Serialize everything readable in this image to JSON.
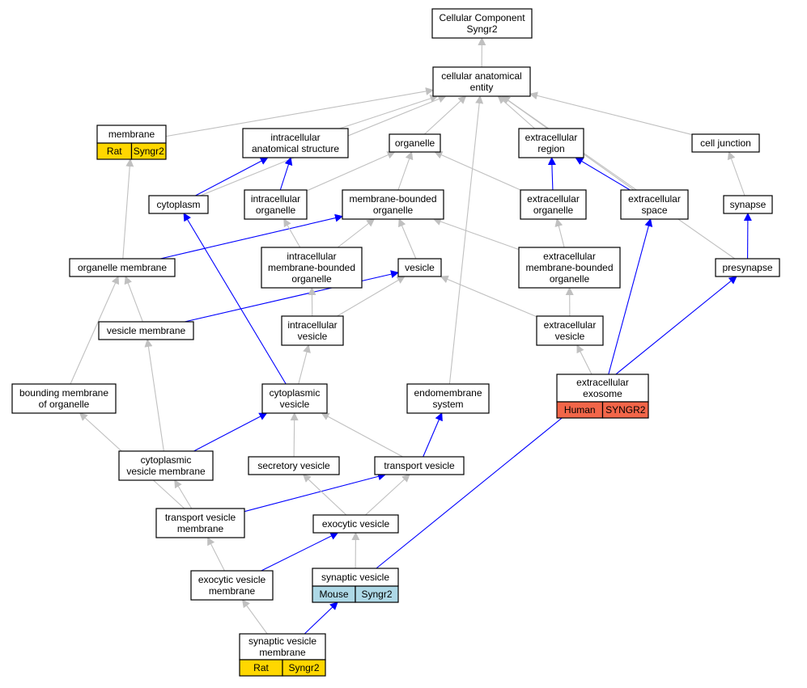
{
  "colors": {
    "gray_edge": "#c0c0c0",
    "blue_edge": "#0000ff",
    "rat": "#ffd700",
    "human": "#f26649",
    "mouse": "#add8e6"
  },
  "nodes": [
    {
      "id": "root",
      "lines": [
        "Cellular Component",
        "Syngr2"
      ]
    },
    {
      "id": "cae",
      "lines": [
        "cellular anatomical",
        "entity"
      ]
    },
    {
      "id": "membrane",
      "lines": [
        "membrane"
      ],
      "annot": [
        {
          "org": "Rat",
          "gene": "Syngr2",
          "color": "rat"
        }
      ]
    },
    {
      "id": "ias",
      "lines": [
        "intracellular",
        "anatomical structure"
      ]
    },
    {
      "id": "organelle",
      "lines": [
        "organelle"
      ]
    },
    {
      "id": "exreg",
      "lines": [
        "extracellular",
        "region"
      ]
    },
    {
      "id": "celljunc",
      "lines": [
        "cell junction"
      ]
    },
    {
      "id": "cytoplasm",
      "lines": [
        "cytoplasm"
      ]
    },
    {
      "id": "icorg",
      "lines": [
        "intracellular",
        "organelle"
      ]
    },
    {
      "id": "mbo",
      "lines": [
        "membrane-bounded",
        "organelle"
      ]
    },
    {
      "id": "exorg",
      "lines": [
        "extracellular",
        "organelle"
      ]
    },
    {
      "id": "exspace",
      "lines": [
        "extracellular",
        "space"
      ]
    },
    {
      "id": "synapse",
      "lines": [
        "synapse"
      ]
    },
    {
      "id": "orgmem",
      "lines": [
        "organelle membrane"
      ]
    },
    {
      "id": "icmbo",
      "lines": [
        "intracellular",
        "membrane-bounded",
        "organelle"
      ]
    },
    {
      "id": "vesicle",
      "lines": [
        "vesicle"
      ]
    },
    {
      "id": "exmbo",
      "lines": [
        "extracellular",
        "membrane-bounded",
        "organelle"
      ]
    },
    {
      "id": "presyn",
      "lines": [
        "presynapse"
      ]
    },
    {
      "id": "vesmem",
      "lines": [
        "vesicle membrane"
      ]
    },
    {
      "id": "icves",
      "lines": [
        "intracellular",
        "vesicle"
      ]
    },
    {
      "id": "exves",
      "lines": [
        "extracellular",
        "vesicle"
      ]
    },
    {
      "id": "bmo",
      "lines": [
        "bounding membrane",
        "of organelle"
      ]
    },
    {
      "id": "cytves",
      "lines": [
        "cytoplasmic",
        "vesicle"
      ]
    },
    {
      "id": "endomem",
      "lines": [
        "endomembrane",
        "system"
      ]
    },
    {
      "id": "exosome",
      "lines": [
        "extracellular",
        "exosome"
      ],
      "annot": [
        {
          "org": "Human",
          "gene": "SYNGR2",
          "color": "human"
        }
      ]
    },
    {
      "id": "cytvesmem",
      "lines": [
        "cytoplasmic",
        "vesicle membrane"
      ]
    },
    {
      "id": "secves",
      "lines": [
        "secretory vesicle"
      ]
    },
    {
      "id": "transves",
      "lines": [
        "transport vesicle"
      ]
    },
    {
      "id": "tvm",
      "lines": [
        "transport vesicle",
        "membrane"
      ]
    },
    {
      "id": "exocves",
      "lines": [
        "exocytic vesicle"
      ]
    },
    {
      "id": "evm",
      "lines": [
        "exocytic vesicle",
        "membrane"
      ]
    },
    {
      "id": "synves",
      "lines": [
        "synaptic vesicle"
      ],
      "annot": [
        {
          "org": "Mouse",
          "gene": "Syngr2",
          "color": "mouse"
        }
      ]
    },
    {
      "id": "svm",
      "lines": [
        "synaptic vesicle",
        "membrane"
      ],
      "annot": [
        {
          "org": "Rat",
          "gene": "Syngr2",
          "color": "rat"
        }
      ]
    }
  ],
  "edges": [
    {
      "from": "cae",
      "to": "root",
      "type": "is_a"
    },
    {
      "from": "membrane",
      "to": "cae",
      "type": "is_a"
    },
    {
      "from": "ias",
      "to": "cae",
      "type": "is_a"
    },
    {
      "from": "organelle",
      "to": "cae",
      "type": "is_a"
    },
    {
      "from": "exreg",
      "to": "cae",
      "type": "is_a"
    },
    {
      "from": "celljunc",
      "to": "cae",
      "type": "is_a"
    },
    {
      "from": "cytoplasm",
      "to": "cae",
      "type": "is_a"
    },
    {
      "from": "endomem",
      "to": "cae",
      "type": "is_a"
    },
    {
      "from": "exspace",
      "to": "cae",
      "type": "is_a"
    },
    {
      "from": "presyn",
      "to": "cae",
      "type": "is_a"
    },
    {
      "from": "cytoplasm",
      "to": "ias",
      "type": "part_of"
    },
    {
      "from": "icorg",
      "to": "ias",
      "type": "part_of"
    },
    {
      "from": "icorg",
      "to": "organelle",
      "type": "is_a"
    },
    {
      "from": "mbo",
      "to": "organelle",
      "type": "is_a"
    },
    {
      "from": "exorg",
      "to": "organelle",
      "type": "is_a"
    },
    {
      "from": "exorg",
      "to": "exreg",
      "type": "part_of"
    },
    {
      "from": "exspace",
      "to": "exreg",
      "type": "part_of"
    },
    {
      "from": "synapse",
      "to": "celljunc",
      "type": "is_a"
    },
    {
      "from": "orgmem",
      "to": "membrane",
      "type": "is_a"
    },
    {
      "from": "orgmem",
      "to": "mbo",
      "type": "part_of"
    },
    {
      "from": "icmbo",
      "to": "icorg",
      "type": "is_a"
    },
    {
      "from": "icmbo",
      "to": "mbo",
      "type": "is_a"
    },
    {
      "from": "vesicle",
      "to": "mbo",
      "type": "is_a"
    },
    {
      "from": "exmbo",
      "to": "mbo",
      "type": "is_a"
    },
    {
      "from": "exmbo",
      "to": "exorg",
      "type": "is_a"
    },
    {
      "from": "presyn",
      "to": "synapse",
      "type": "part_of"
    },
    {
      "from": "vesmem",
      "to": "orgmem",
      "type": "is_a"
    },
    {
      "from": "vesmem",
      "to": "vesicle",
      "type": "part_of"
    },
    {
      "from": "icves",
      "to": "icmbo",
      "type": "is_a"
    },
    {
      "from": "icves",
      "to": "vesicle",
      "type": "is_a"
    },
    {
      "from": "exves",
      "to": "vesicle",
      "type": "is_a"
    },
    {
      "from": "exves",
      "to": "exmbo",
      "type": "is_a"
    },
    {
      "from": "bmo",
      "to": "orgmem",
      "type": "is_a"
    },
    {
      "from": "cytves",
      "to": "cytoplasm",
      "type": "part_of"
    },
    {
      "from": "cytves",
      "to": "icves",
      "type": "is_a"
    },
    {
      "from": "exosome",
      "to": "exves",
      "type": "is_a"
    },
    {
      "from": "exosome",
      "to": "exspace",
      "type": "part_of"
    },
    {
      "from": "cytvesmem",
      "to": "vesmem",
      "type": "is_a"
    },
    {
      "from": "cytvesmem",
      "to": "cytves",
      "type": "part_of"
    },
    {
      "from": "secves",
      "to": "cytves",
      "type": "is_a"
    },
    {
      "from": "transves",
      "to": "cytves",
      "type": "is_a"
    },
    {
      "from": "transves",
      "to": "endomem",
      "type": "part_of"
    },
    {
      "from": "tvm",
      "to": "bmo",
      "type": "is_a"
    },
    {
      "from": "tvm",
      "to": "cytvesmem",
      "type": "is_a"
    },
    {
      "from": "tvm",
      "to": "transves",
      "type": "part_of"
    },
    {
      "from": "exocves",
      "to": "secves",
      "type": "is_a"
    },
    {
      "from": "exocves",
      "to": "transves",
      "type": "is_a"
    },
    {
      "from": "evm",
      "to": "tvm",
      "type": "is_a"
    },
    {
      "from": "evm",
      "to": "exocves",
      "type": "part_of"
    },
    {
      "from": "synves",
      "to": "exocves",
      "type": "is_a"
    },
    {
      "from": "synves",
      "to": "presyn",
      "type": "part_of"
    },
    {
      "from": "svm",
      "to": "evm",
      "type": "is_a"
    },
    {
      "from": "svm",
      "to": "synves",
      "type": "part_of"
    }
  ]
}
